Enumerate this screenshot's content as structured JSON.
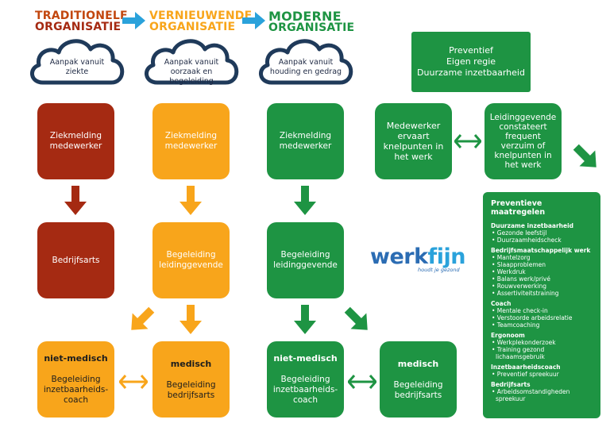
{
  "headers": {
    "traditional": {
      "line1": "TRADITIONELE",
      "line2": "ORGANISATIE",
      "color1": "#a52a12",
      "color2": "#a52a12"
    },
    "innovative": {
      "line1": "VERNIEUWENDE",
      "line2": "ORGANISATIE",
      "color1": "#f8a51b",
      "color2": "#f8a51b"
    },
    "modern": {
      "line1": "MODERNE",
      "line2": "ORGANISATIE",
      "color1": "#1e9443",
      "color2": "#1e9443"
    }
  },
  "clouds": {
    "traditional": "Aanpak vanuit ziekte",
    "innovative": "Aanpak vanuit oorzaak en begeleiding",
    "modern": "Aanpak vanuit houding en gedrag"
  },
  "columns": {
    "traditional": {
      "step1": "Ziekmelding medewerker",
      "step2": "Bedrijfsarts"
    },
    "innovative": {
      "step1": "Ziekmelding medewerker",
      "step2": "Begeleiding leidinggevende",
      "nonmedical_title": "niet-medisch",
      "nonmedical_text": "Begeleiding inzetbaarheids-coach",
      "medical_title": "medisch",
      "medical_text": "Begeleiding bedrijfsarts"
    },
    "modern": {
      "step1": "Ziekmelding medewerker",
      "step2": "Begeleiding leidinggevende",
      "nonmedical_title": "niet-medisch",
      "nonmedical_text": "Begeleiding inzetbaarheids-coach",
      "medical_title": "medisch",
      "medical_text": "Begeleiding bedrijfsarts"
    }
  },
  "preventive_box": {
    "line1": "Preventief",
    "line2": "Eigen regie",
    "line3": "Duurzame inzetbaarheid"
  },
  "employee_box": "Medewerker ervaart knelpunten in het werk",
  "manager_box": "Leidinggevende constateert frequent verzuim of knelpunten in het werk",
  "logo": {
    "part1": "werk",
    "part2": "fijn",
    "tagline": "houdt je gezond"
  },
  "measures": {
    "title": "Preventieve maatregelen",
    "sections": [
      {
        "title": "Duurzame inzetbaarheid",
        "items": [
          "• Gezonde leefstijl",
          "• Duurzaamheidscheck"
        ]
      },
      {
        "title": "Bedrijfsmaatschappelijk werk",
        "items": [
          "• Mantelzorg",
          "• Slaapproblemen",
          "• Werkdruk",
          "• Balans werk/privé",
          "• Rouwverwerking",
          "• Assertiviteitstraining"
        ]
      },
      {
        "title": "Coach",
        "items": [
          "• Mentale check-in",
          "• Verstoorde arbeidsrelatie",
          "• Teamcoaching"
        ]
      },
      {
        "title": "Ergonoom",
        "items": [
          "• Werkplekonderzoek",
          "• Training gezond lichaamsgebruik"
        ]
      },
      {
        "title": "Inzetbaarheidscoach",
        "items": [
          "• Preventief spreekuur"
        ]
      },
      {
        "title": "Bedrijfsarts",
        "items": [
          "• Arbeidsomstandigheden spreekuur"
        ]
      }
    ]
  },
  "colors": {
    "red": "#a52a12",
    "orange": "#f8a51b",
    "green": "#1e9443",
    "arrow_blue": "#2aa2db",
    "cloud_outline": "#1f3a5a"
  }
}
